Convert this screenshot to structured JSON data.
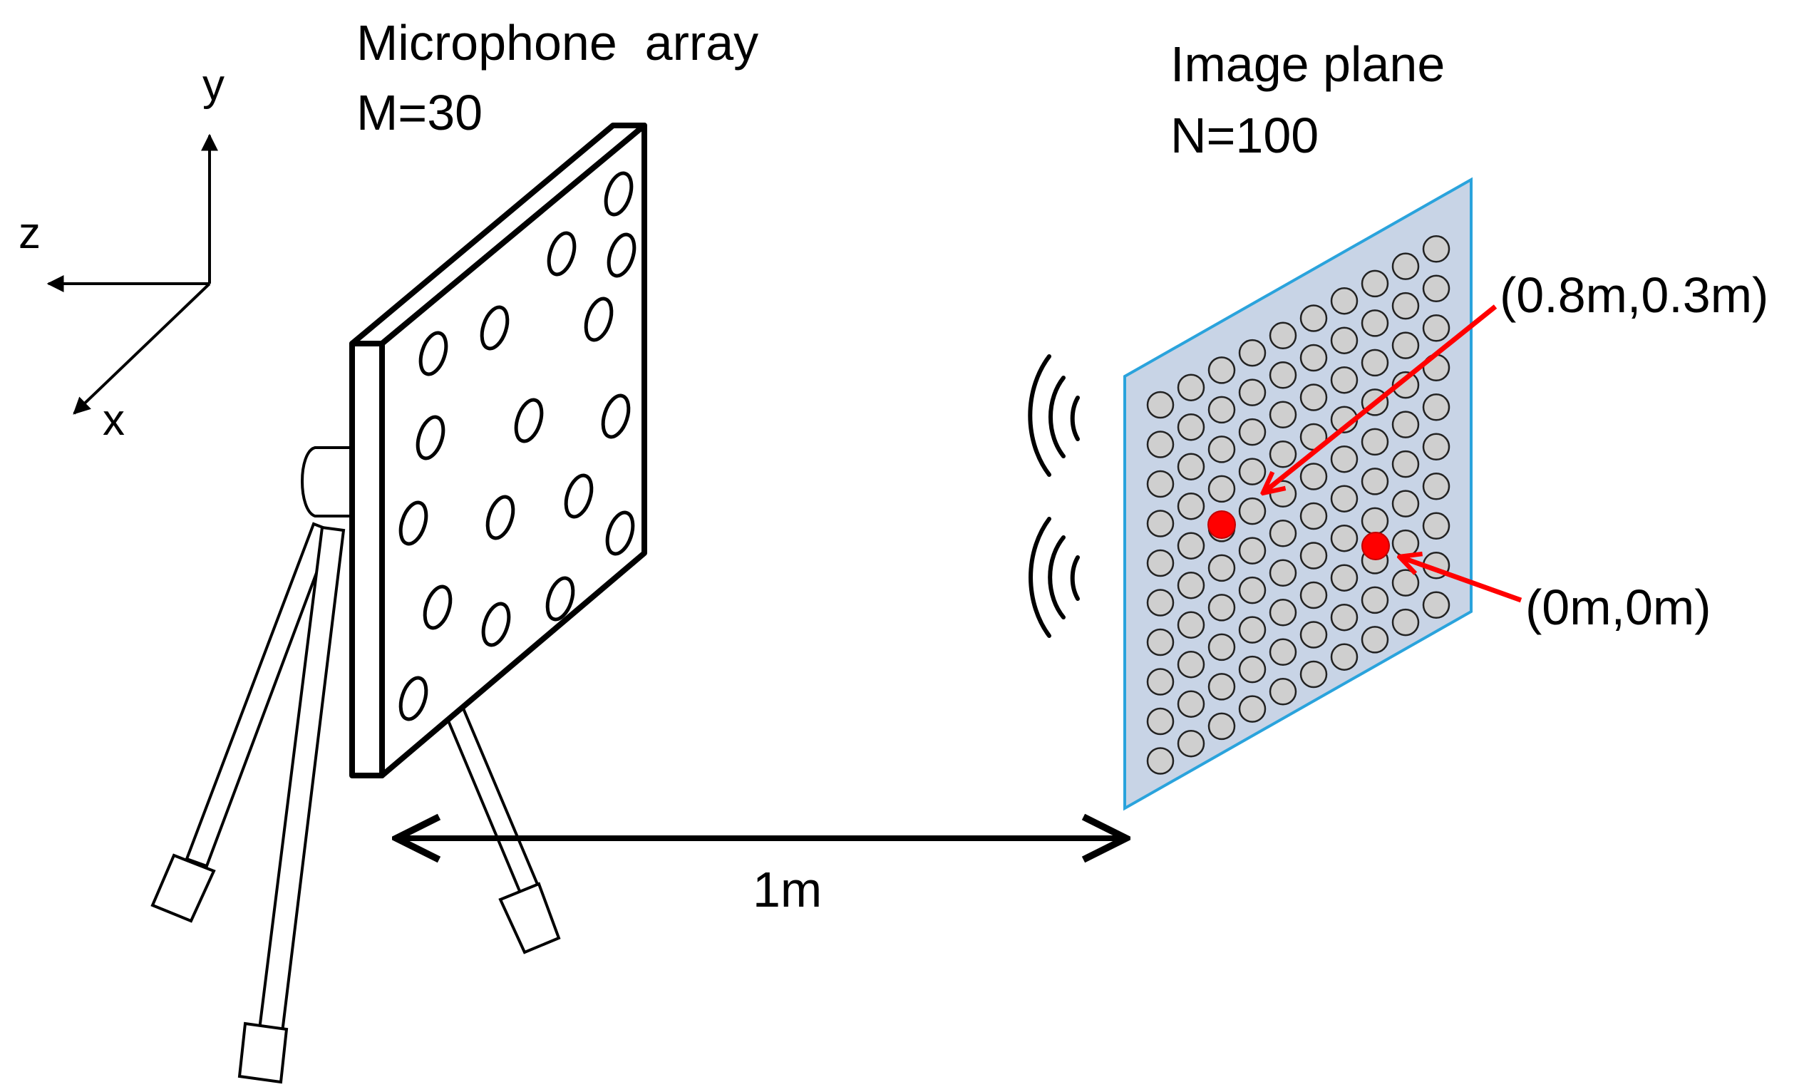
{
  "labels": {
    "array_title": "Microphone  array",
    "array_count": "M=30",
    "plane_title": "Image plane",
    "plane_count": "N=100",
    "source1": "(0.8m,0.3m)",
    "source2": "(0m,0m)",
    "distance": "1m",
    "axis_x": "x",
    "axis_y": "y",
    "axis_z": "z"
  },
  "colors": {
    "plane_fill": "#c8d4e6",
    "plane_border": "#2aa3dc",
    "grid_dot": "#cfcfcf",
    "source": "#ff0000",
    "line": "#000000"
  },
  "image_plane": {
    "rows": 10,
    "cols": 10
  },
  "mic_count_visible": 17
}
